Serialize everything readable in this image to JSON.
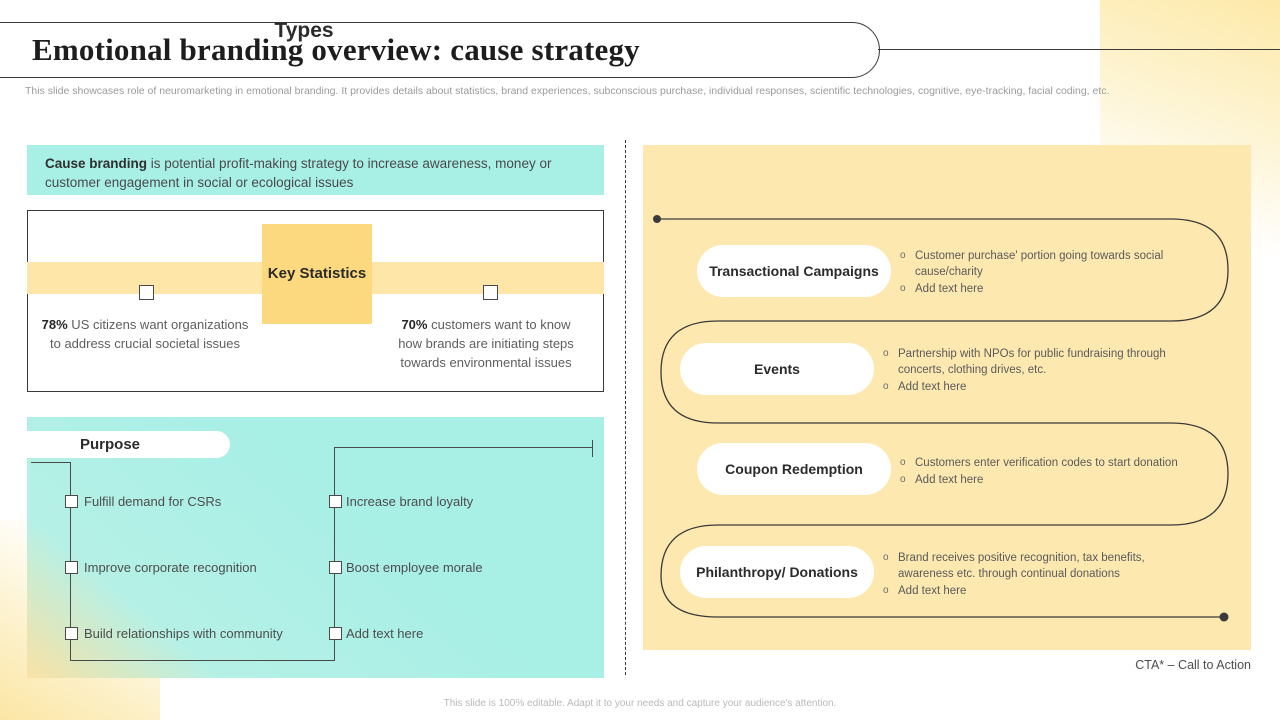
{
  "header": {
    "title": "Emotional branding overview: cause strategy",
    "subtitle": "This slide showcases role of neuromarketing in emotional branding. It provides details about statistics, brand experiences, subconscious purchase, individual responses, scientific technologies, cognitive, eye-tracking, facial coding, etc."
  },
  "left": {
    "cause_definition_bold": "Cause branding",
    "cause_definition_rest": " is potential profit-making strategy to increase awareness, money or customer engagement in social or ecological issues",
    "key_statistics_label": "Key Statistics",
    "stats": [
      {
        "value": "78%",
        "text": " US citizens want organizations to address crucial societal issues"
      },
      {
        "value": "70%",
        "text": " customers want to know how brands are initiating steps towards environmental  issues"
      }
    ],
    "purpose_label": "Purpose",
    "purpose_items_left": [
      "Fulfill demand for CSRs",
      "Improve corporate recognition",
      "Build relationships with community"
    ],
    "purpose_items_right": [
      "Increase brand loyalty",
      "Boost employee morale",
      "Add text here"
    ]
  },
  "right": {
    "types_title": "Types",
    "types": [
      {
        "name": "Transactional Campaigns",
        "bullets": [
          "Customer purchase' portion going towards social cause/charity",
          "Add text here"
        ]
      },
      {
        "name": "Events",
        "bullets": [
          "Partnership with NPOs for public fundraising through concerts, clothing drives,  etc.",
          "Add text here"
        ]
      },
      {
        "name": "Coupon Redemption",
        "bullets": [
          "Customers enter verification  codes to start donation",
          "Add text here"
        ]
      },
      {
        "name": "Philanthropy/ Donations",
        "bullets": [
          "Brand receives positive recognition, tax benefits, awareness etc. through continual donations",
          "Add text here"
        ]
      }
    ],
    "cta_note": "CTA* – Call to Action"
  },
  "footer": {
    "note": "This slide is 100% editable.  Adapt it to your needs and capture your audience's attention."
  },
  "colors": {
    "teal": "#a8efe6",
    "yellow_panel": "#fde9b0",
    "yellow_band": "#fde6a7",
    "yellow_chip": "#fcd97e",
    "ink": "#3a3a3a"
  }
}
